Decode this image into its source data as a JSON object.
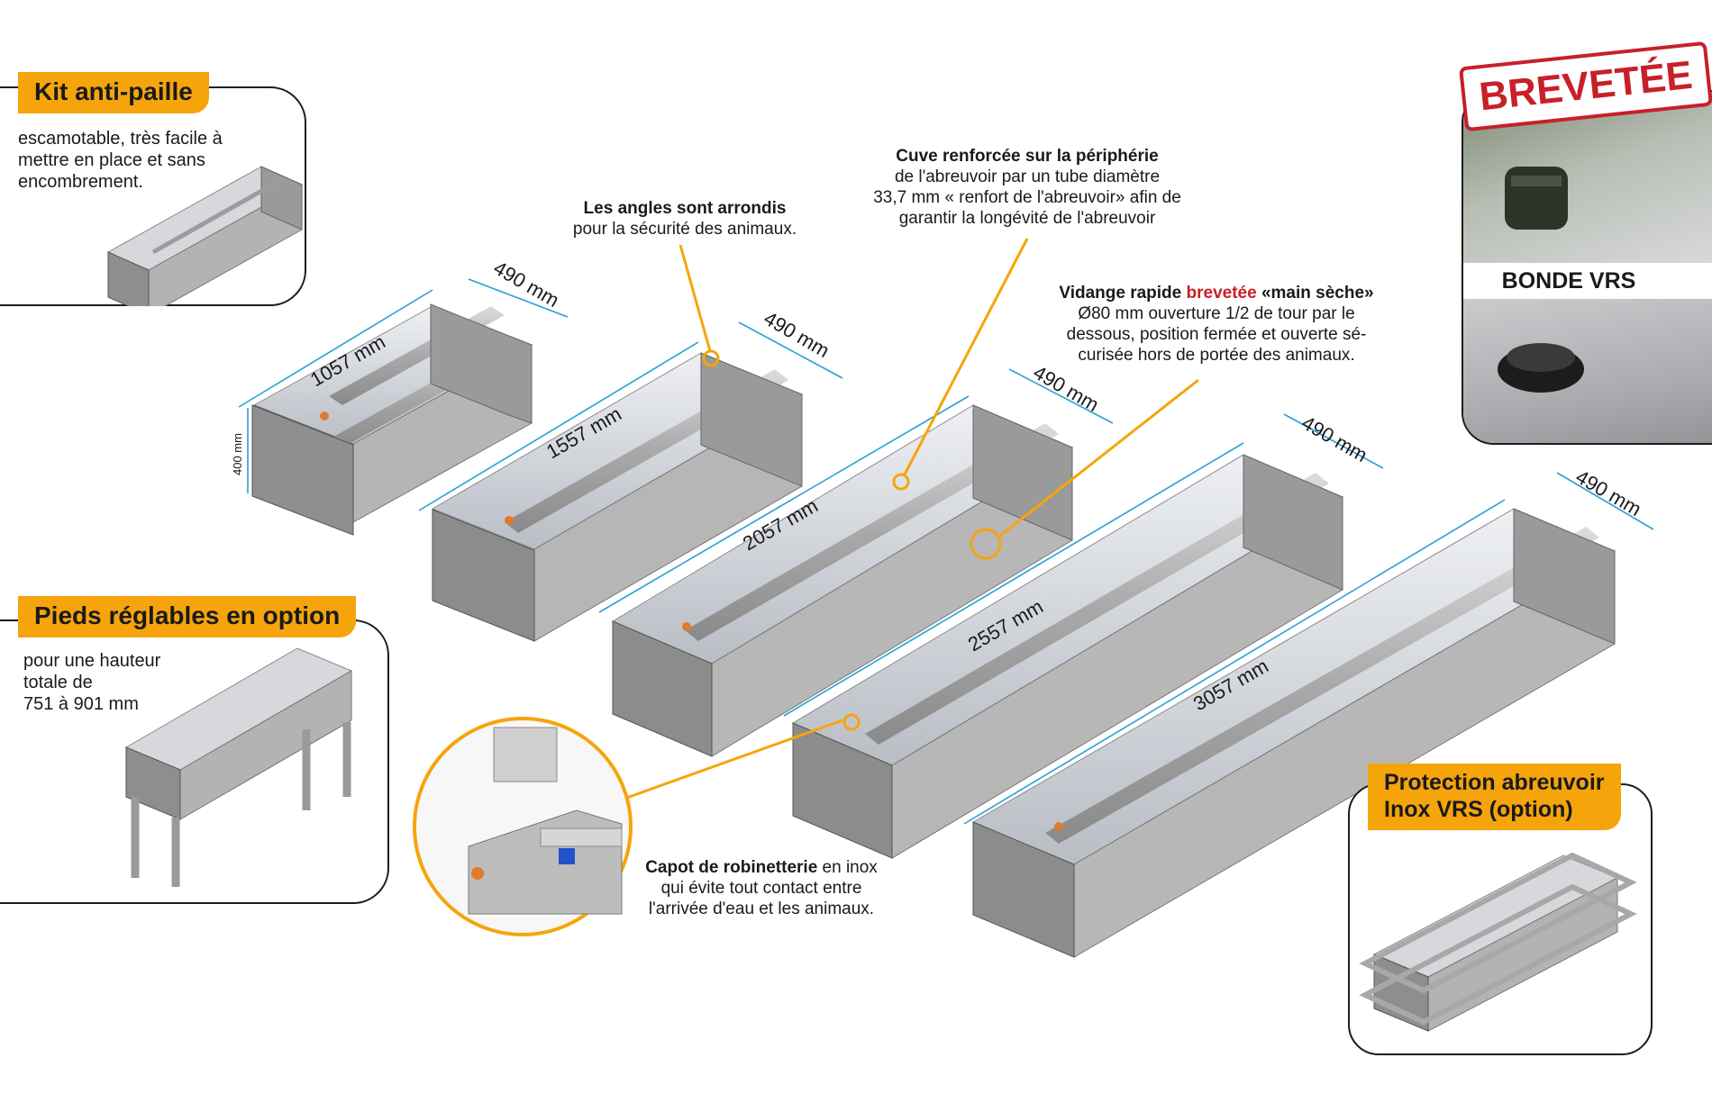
{
  "kit": {
    "title": "Kit anti-paille",
    "lines": [
      "escamotable, très facile à",
      "mettre en place et sans",
      "encombrement."
    ]
  },
  "pieds": {
    "title": "Pieds réglables en option",
    "lines": [
      "pour une hauteur",
      "totale de",
      "751 à 901 mm"
    ]
  },
  "protection": {
    "title_line1": "Protection abreuvoir",
    "title_line2": "Inox VRS (option)"
  },
  "brevetee": {
    "stamp": "BREVETÉE",
    "bonde": "BONDE VRS"
  },
  "callouts": {
    "angles_bold": "Les angles sont arrondis",
    "angles_text": "pour la sécurité des animaux.",
    "cuve_bold": "Cuve renforcée sur la périphérie",
    "cuve_lines": [
      "de l'abreuvoir par un tube diamètre",
      "33,7 mm  « renfort de l'abreuvoir» afin de",
      "garantir la longévité de l'abreuvoir"
    ],
    "vidange_prefix": "Vidange rapide",
    "vidange_red": "brevetée",
    "vidange_suffix": "«main sèche»",
    "vidange_lines": [
      "Ø80 mm ouverture 1/2 de tour par le",
      "dessous, position fermée et ouverte sé-",
      "curisée hors de portée des animaux."
    ],
    "capot_bold": "Capot de robinetterie",
    "capot_rest": " en inox",
    "capot_lines": [
      "qui évite tout contact entre",
      "l'arrivée d'eau et les animaux."
    ]
  },
  "dimensions": {
    "height": "400 mm",
    "width": "490 mm",
    "lengths": [
      "1057 mm",
      "1557 mm",
      "2057 mm",
      "2557 mm",
      "3057 mm"
    ]
  },
  "colors": {
    "accent": "#f5a50b",
    "dimension_line": "#2a9fd6",
    "red": "#c8202a",
    "steel": "#8c8c8c"
  }
}
